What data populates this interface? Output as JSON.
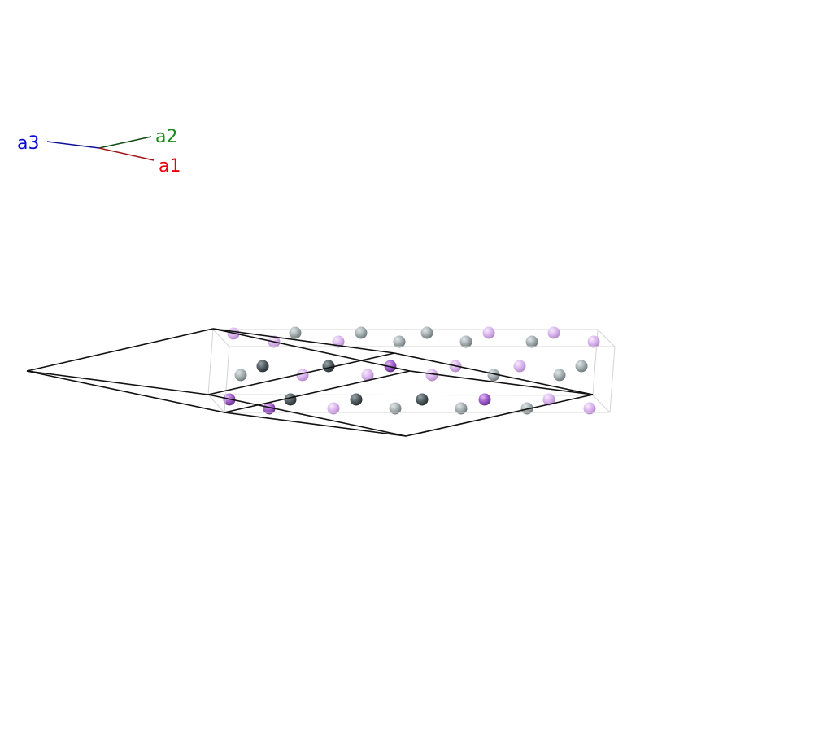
{
  "axes": {
    "a1": {
      "label": "a1",
      "color": "#e8000b"
    },
    "a2": {
      "label": "a2",
      "color": "#1a8a1a"
    },
    "a3": {
      "label": "a3",
      "color": "#0b0bd6"
    },
    "line_colors": {
      "a1": "#a01010",
      "a2": "#0c4a0c",
      "a3": "#10109a"
    }
  },
  "colors": {
    "cell_edge": "#111111",
    "box_edge": "#d4d4d4",
    "atom_dark": "#535e63",
    "atom_grey": "#a6b0b2",
    "atom_violet": "#a160cc",
    "atom_lilac": "#d9b4ec"
  }
}
